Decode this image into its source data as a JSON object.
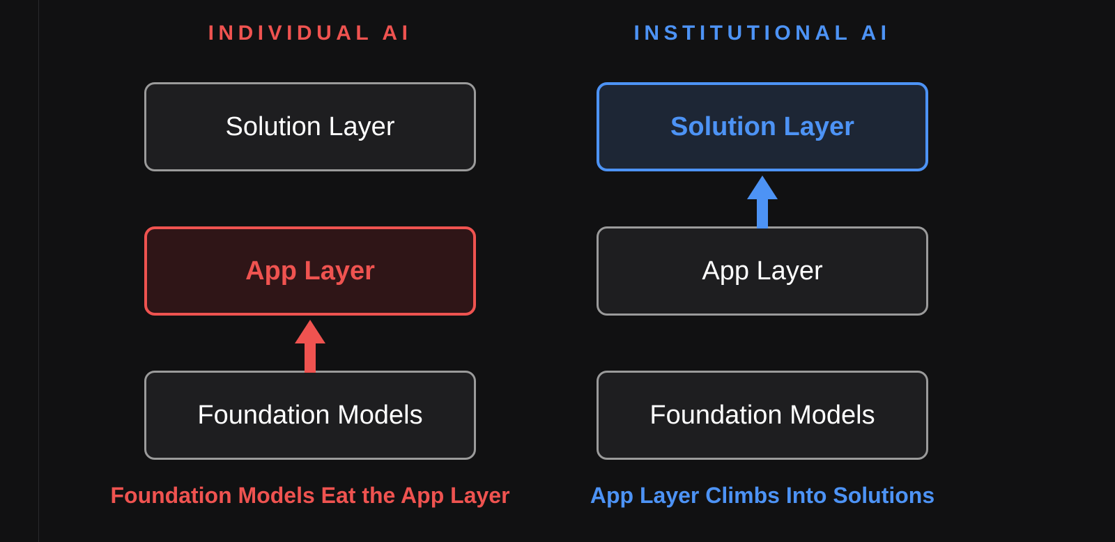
{
  "background_color": "#111112",
  "palette": {
    "red_accent": "#ef5350",
    "blue_accent": "#4d93f5",
    "neutral_border": "#9b9b9b",
    "neutral_fill": "#1e1e20",
    "red_fill": "#2f1517",
    "blue_fill": "#1d2635",
    "text_white": "#ffffff"
  },
  "columns": [
    {
      "id": "individual",
      "title": "INDIVIDUAL AI",
      "accent": "#ef5350",
      "layers": [
        {
          "label": "Solution Layer",
          "highlight": "none"
        },
        {
          "label": "App Layer",
          "highlight": "red"
        },
        {
          "label": "Foundation Models",
          "highlight": "none"
        }
      ],
      "arrow": {
        "icon": "arrow-up-icon",
        "direction": "up",
        "color": "#ef5350",
        "from_layer": "Foundation Models",
        "to_layer": "App Layer"
      },
      "caption": "Foundation Models Eat the App Layer"
    },
    {
      "id": "institutional",
      "title": "INSTITUTIONAL AI",
      "accent": "#4d93f5",
      "layers": [
        {
          "label": "Solution Layer",
          "highlight": "blue"
        },
        {
          "label": "App Layer",
          "highlight": "none"
        },
        {
          "label": "Foundation Models",
          "highlight": "none"
        }
      ],
      "arrow": {
        "icon": "arrow-up-icon",
        "direction": "up",
        "color": "#4d93f5",
        "from_layer": "App Layer",
        "to_layer": "Solution Layer"
      },
      "caption": "App Layer Climbs Into Solutions"
    }
  ]
}
